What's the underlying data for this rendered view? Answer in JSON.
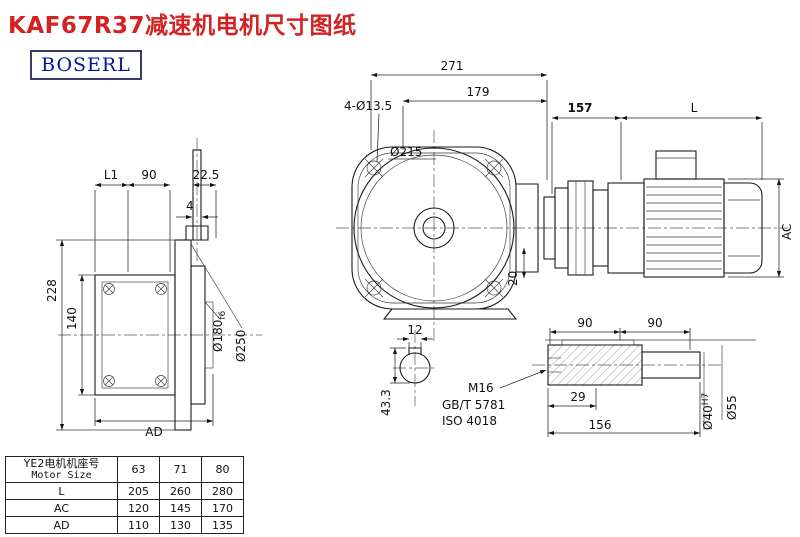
{
  "title": "KAF67R37减速机电机尺寸图纸",
  "brand": "BOSERL",
  "dims": {
    "overall_width": "271",
    "face_width": "179",
    "bolt_holes": "4-Ø13.5",
    "flange_dia": "Ø215",
    "adapter_len": "157",
    "motor_len": "L",
    "motor_dia": "AC",
    "foot_20": "20",
    "l1": "L1",
    "top_90": "90",
    "top_22_5": "22.5",
    "slot_4": "4",
    "height_228": "228",
    "height_140": "140",
    "pilot_dia": "Ø180",
    "pilot_tol": "f6",
    "flange2_dia": "Ø250",
    "ad": "AD",
    "key_12": "12",
    "key_43_3": "43.3",
    "shaft_90a": "90",
    "shaft_90b": "90",
    "thread_m16": "M16",
    "std_gb": "GB/T 5781",
    "std_iso": "ISO 4018",
    "shaft_29": "29",
    "shaft_156": "156",
    "bore_dia": "Ø40",
    "bore_tol": "H7",
    "cbore_dia": "Ø55"
  },
  "table": {
    "header_cn": "YE2电机机座号",
    "header_en": "Motor Size",
    "sizes": [
      "63",
      "71",
      "80"
    ],
    "rows": [
      {
        "label": "L",
        "values": [
          "205",
          "260",
          "280"
        ]
      },
      {
        "label": "AC",
        "values": [
          "120",
          "145",
          "170"
        ]
      },
      {
        "label": "AD",
        "values": [
          "110",
          "130",
          "135"
        ]
      }
    ]
  }
}
